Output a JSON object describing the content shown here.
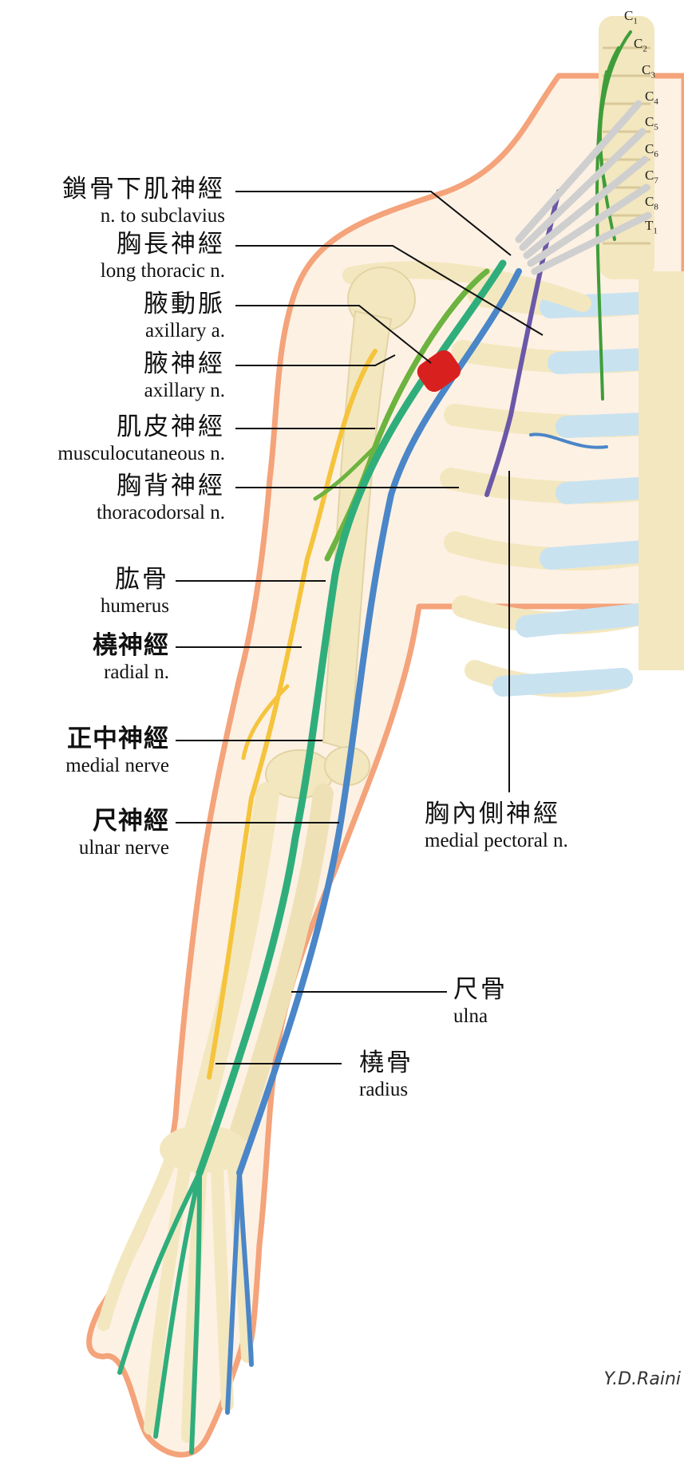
{
  "labels": {
    "subclavius": {
      "zh": "鎖骨下肌神經",
      "en": "n. to subclavius"
    },
    "long_thoracic": {
      "zh": "胸長神經",
      "en": "long thoracic n."
    },
    "axillary_a": {
      "zh": "腋動脈",
      "en": "axillary a."
    },
    "axillary_n": {
      "zh": "腋神經",
      "en": "axillary n."
    },
    "musculocutaneous": {
      "zh": "肌皮神經",
      "en": "musculocutaneous n."
    },
    "thoracodorsal": {
      "zh": "胸背神經",
      "en": "thoracodorsal n."
    },
    "humerus": {
      "zh": "肱骨",
      "en": "humerus"
    },
    "radial_n": {
      "zh": "橈神經",
      "en": "radial n."
    },
    "median": {
      "zh": "正中神經",
      "en": "medial nerve"
    },
    "ulnar_n": {
      "zh": "尺神經",
      "en": "ulnar nerve"
    },
    "medial_pectoral": {
      "zh": "胸內側神經",
      "en": "medial pectoral n."
    },
    "ulna": {
      "zh": "尺骨",
      "en": "ulna"
    },
    "radius": {
      "zh": "橈骨",
      "en": "radius"
    }
  },
  "vertebrae": [
    {
      "letter": "C",
      "num": "1"
    },
    {
      "letter": "C",
      "num": "2"
    },
    {
      "letter": "C",
      "num": "3"
    },
    {
      "letter": "C",
      "num": "4"
    },
    {
      "letter": "C",
      "num": "5"
    },
    {
      "letter": "C",
      "num": "6"
    },
    {
      "letter": "C",
      "num": "7"
    },
    {
      "letter": "C",
      "num": "8"
    },
    {
      "letter": "T",
      "num": "1"
    }
  ],
  "signature": "Y.D.Raini",
  "colors": {
    "skin_outline": "#f4a37a",
    "bone": "#f3e7bf",
    "cartilage": "#c9e2f0",
    "median_nerve": "#2fae7c",
    "ulnar_nerve": "#4a86c8",
    "radial_nerve": "#f5c43c",
    "musculocutaneous_nerve": "#6cb33f",
    "medial_cord": "#6b58a8",
    "axillary_artery": "#d8211f"
  }
}
